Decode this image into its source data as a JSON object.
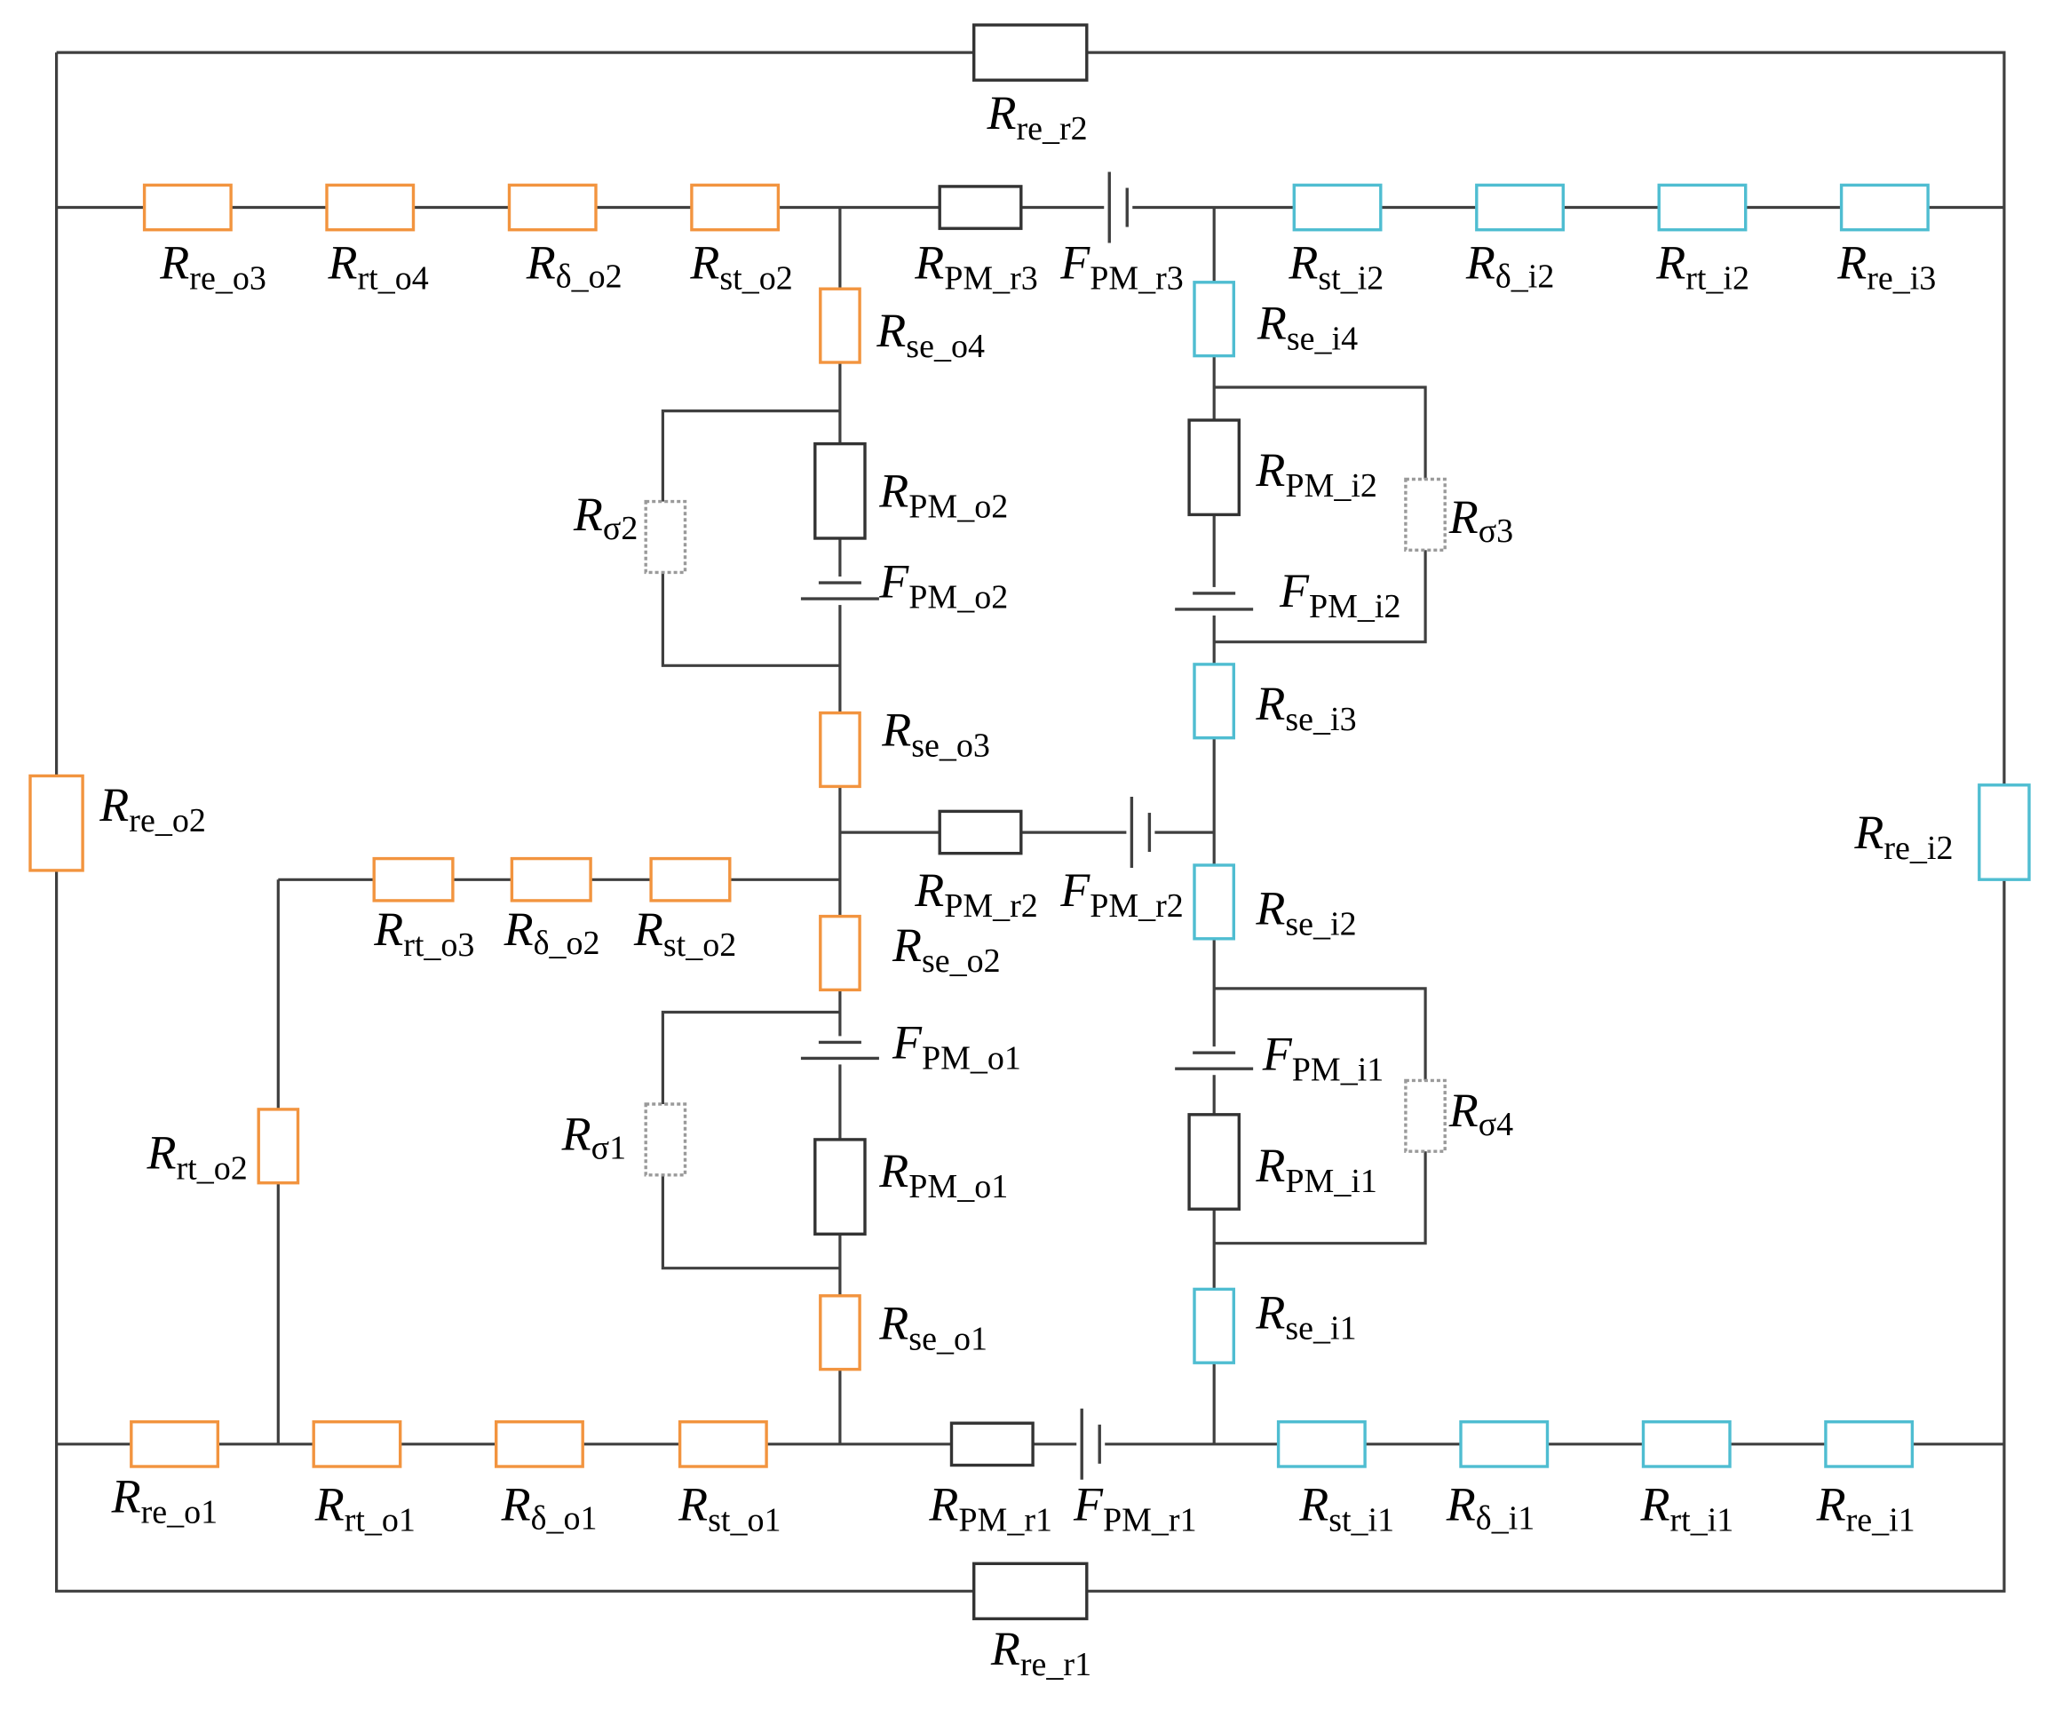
{
  "colors": {
    "wire": "#3f3f3f",
    "outer_region": "#f2943f",
    "inner_region": "#4fbdd1",
    "core": "#333333",
    "leakage": "#9a9a9a"
  },
  "resistors": [
    {
      "id": "re_r2",
      "main": "R",
      "sub": "re_r2",
      "color": "core"
    },
    {
      "id": "re_o3",
      "main": "R",
      "sub": "re_o3",
      "color": "outer_region"
    },
    {
      "id": "rt_o4",
      "main": "R",
      "sub": "rt_o4",
      "color": "outer_region"
    },
    {
      "id": "delta_o2_top",
      "main": "R",
      "greek": "δ",
      "sub": "_o2",
      "color": "outer_region"
    },
    {
      "id": "st_o2_top",
      "main": "R",
      "sub": "st_o2",
      "color": "outer_region"
    },
    {
      "id": "pm_r3",
      "main": "R",
      "sub": "PM_r3",
      "color": "core"
    },
    {
      "id": "st_i2",
      "main": "R",
      "sub": "st_i2",
      "color": "inner_region"
    },
    {
      "id": "delta_i2",
      "main": "R",
      "greek": "δ",
      "sub": "_i2",
      "color": "inner_region"
    },
    {
      "id": "rt_i2",
      "main": "R",
      "sub": "rt_i2",
      "color": "inner_region"
    },
    {
      "id": "re_i3",
      "main": "R",
      "sub": "re_i3",
      "color": "inner_region"
    },
    {
      "id": "se_o4",
      "main": "R",
      "sub": "se_o4",
      "color": "outer_region"
    },
    {
      "id": "se_i4",
      "main": "R",
      "sub": "se_i4",
      "color": "inner_region"
    },
    {
      "id": "sigma2",
      "main": "R",
      "greek": "σ",
      "sub": "2",
      "color": "leakage"
    },
    {
      "id": "pm_o2",
      "main": "R",
      "sub": "PM_o2",
      "color": "core"
    },
    {
      "id": "pm_i2",
      "main": "R",
      "sub": "PM_i2",
      "color": "core"
    },
    {
      "id": "sigma3",
      "main": "R",
      "greek": "σ",
      "sub": "3",
      "color": "leakage"
    },
    {
      "id": "se_o3",
      "main": "R",
      "sub": "se_o3",
      "color": "outer_region"
    },
    {
      "id": "se_i3",
      "main": "R",
      "sub": "se_i3",
      "color": "inner_region"
    },
    {
      "id": "re_o2",
      "main": "R",
      "sub": "re_o2",
      "color": "outer_region"
    },
    {
      "id": "pm_r2",
      "main": "R",
      "sub": "PM_r2",
      "color": "core"
    },
    {
      "id": "re_i2",
      "main": "R",
      "sub": "re_i2",
      "color": "inner_region"
    },
    {
      "id": "rt_o3",
      "main": "R",
      "sub": "rt_o3",
      "color": "outer_region"
    },
    {
      "id": "delta_o2_mid",
      "main": "R",
      "greek": "δ",
      "sub": "_o2",
      "color": "outer_region"
    },
    {
      "id": "st_o2_mid",
      "main": "R",
      "sub": "st_o2",
      "color": "outer_region"
    },
    {
      "id": "se_o2",
      "main": "R",
      "sub": "se_o2",
      "color": "outer_region"
    },
    {
      "id": "se_i2",
      "main": "R",
      "sub": "se_i2",
      "color": "inner_region"
    },
    {
      "id": "rt_o2",
      "main": "R",
      "sub": "rt_o2",
      "color": "outer_region"
    },
    {
      "id": "sigma1",
      "main": "R",
      "greek": "σ",
      "sub": "1",
      "color": "leakage"
    },
    {
      "id": "pm_o1",
      "main": "R",
      "sub": "PM_o1",
      "color": "core"
    },
    {
      "id": "sigma4",
      "main": "R",
      "greek": "σ",
      "sub": "4",
      "color": "leakage"
    },
    {
      "id": "pm_i1",
      "main": "R",
      "sub": "PM_i1",
      "color": "core"
    },
    {
      "id": "se_o1",
      "main": "R",
      "sub": "se_o1",
      "color": "outer_region"
    },
    {
      "id": "se_i1",
      "main": "R",
      "sub": "se_i1",
      "color": "inner_region"
    },
    {
      "id": "re_o1",
      "main": "R",
      "sub": "re_o1",
      "color": "outer_region"
    },
    {
      "id": "rt_o1",
      "main": "R",
      "sub": "rt_o1",
      "color": "outer_region"
    },
    {
      "id": "delta_o1",
      "main": "R",
      "greek": "δ",
      "sub": "_o1",
      "color": "outer_region"
    },
    {
      "id": "st_o1",
      "main": "R",
      "sub": "st_o1",
      "color": "outer_region"
    },
    {
      "id": "pm_r1",
      "main": "R",
      "sub": "PM_r1",
      "color": "core"
    },
    {
      "id": "st_i1",
      "main": "R",
      "sub": "st_i1",
      "color": "inner_region"
    },
    {
      "id": "delta_i1",
      "main": "R",
      "greek": "δ",
      "sub": "_i1",
      "color": "inner_region"
    },
    {
      "id": "rt_i1",
      "main": "R",
      "sub": "rt_i1",
      "color": "inner_region"
    },
    {
      "id": "re_i1",
      "main": "R",
      "sub": "re_i1",
      "color": "inner_region"
    },
    {
      "id": "re_r1",
      "main": "R",
      "sub": "re_r1",
      "color": "core"
    }
  ],
  "sources": [
    {
      "id": "pm_r3",
      "main": "F",
      "sub": "PM_r3"
    },
    {
      "id": "pm_o2",
      "main": "F",
      "sub": "PM_o2"
    },
    {
      "id": "pm_i2",
      "main": "F",
      "sub": "PM_i2"
    },
    {
      "id": "pm_r2",
      "main": "F",
      "sub": "PM_r2"
    },
    {
      "id": "pm_o1",
      "main": "F",
      "sub": "PM_o1"
    },
    {
      "id": "pm_i1",
      "main": "F",
      "sub": "PM_i1"
    },
    {
      "id": "pm_r1",
      "main": "F",
      "sub": "PM_r1"
    }
  ]
}
